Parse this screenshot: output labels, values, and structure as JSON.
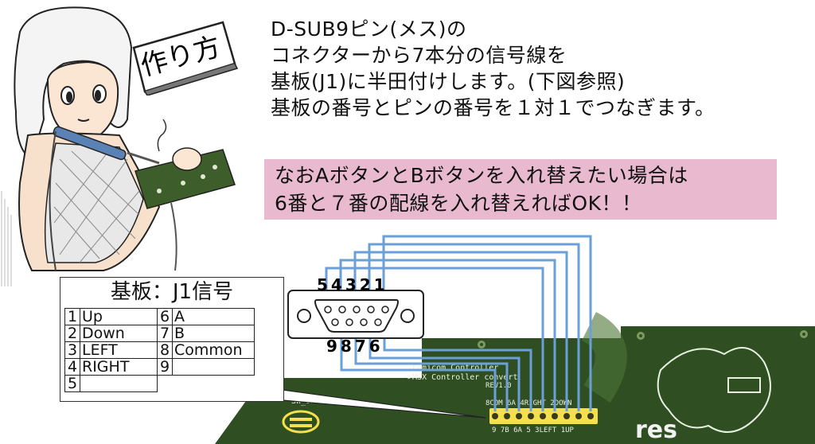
{
  "sticky_label": "作り方",
  "instructions": [
    "D-SUB9ピン(メス)の",
    "コネクターから7本分の信号線を",
    "基板(J1)に半田付けします。(下図参照)",
    "基板の番号とピンの番号を１対１でつなぎます。"
  ],
  "note_lines": [
    "なおAボタンとBボタンを入れ替えたい場合は",
    "6番と７番の配線を入れ替えればOK！！"
  ],
  "connector": {
    "top_pin_numbers": "54321",
    "bottom_pin_numbers": "9876"
  },
  "pinmap": {
    "title": "基板：J1信号",
    "rows": [
      {
        "n1": "1",
        "l1": "Up",
        "n2": "6",
        "l2": "A"
      },
      {
        "n1": "2",
        "l1": "Down",
        "n2": "7",
        "l2": "B"
      },
      {
        "n1": "3",
        "l1": "LEFT",
        "n2": "8",
        "l2": "Common"
      },
      {
        "n1": "4",
        "l1": "RIGHT",
        "n2": "9",
        "l2": ""
      },
      {
        "n1": "5",
        "l1": "",
        "n2": "",
        "l2": ""
      }
    ]
  },
  "board": {
    "switch_label": "SW_UP2",
    "silk_line1": "Famicom Controller",
    "silk_line2": "->MSX Controller convert",
    "silk_line3": "REV1.0",
    "header_top": "8COM  6A  4RIGHT 2DOWN",
    "header_bottom": "9   7B 6A 5   3LEFT 1UP",
    "logo_text": "res"
  },
  "colors": {
    "pcb": "#2f4f23",
    "wire": "#6a9fd8",
    "note_bg": "#e8b9cf"
  }
}
